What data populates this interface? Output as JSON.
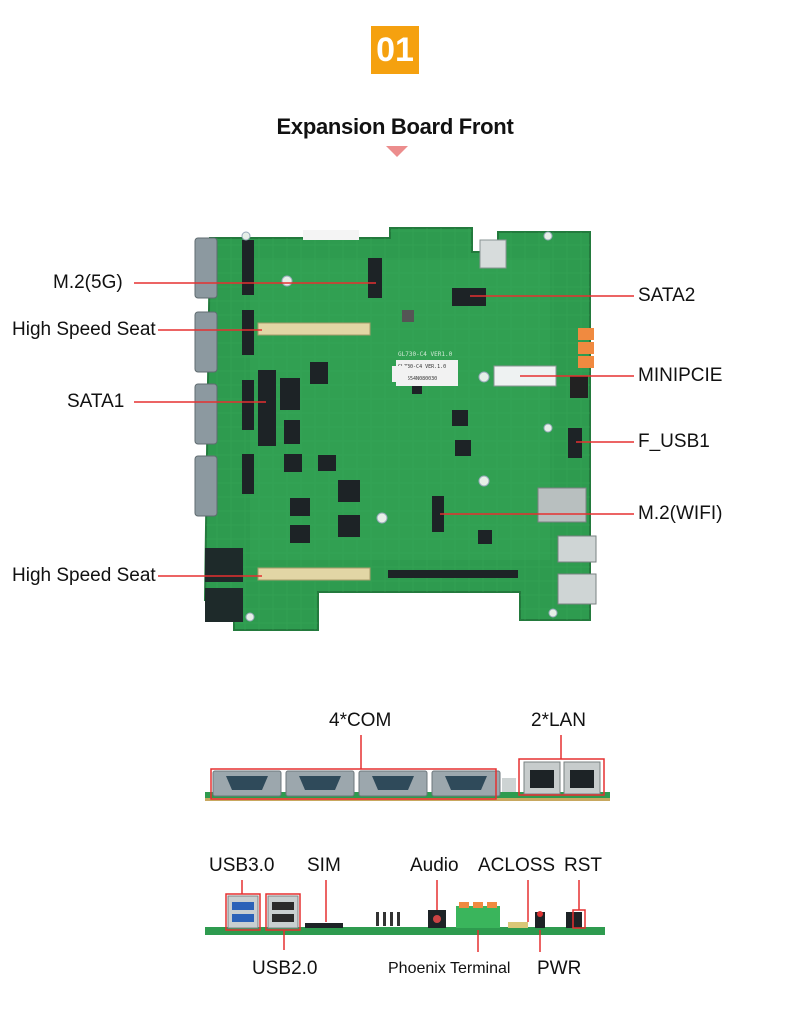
{
  "badge": "01",
  "title": "Expansion Board Front",
  "colors": {
    "accent": "#f5a10f",
    "arrow": "#ec8d8d",
    "pcb": "#2e9b4f",
    "callout": "#e53030"
  },
  "board": {
    "silk_model": "GL730-C4 VER1.0",
    "label_model": "GL730-C4 VER.1.0",
    "label_serial": "LN0554N080030"
  },
  "callouts_left": {
    "m2_5g": "M.2(5G)",
    "high_speed_seat_top": "High Speed Seat",
    "sata1": "SATA1",
    "high_speed_seat_bottom": "High Speed Seat"
  },
  "callouts_right": {
    "sata2": "SATA2",
    "minipcie": "MINIPCIE",
    "f_usb1": "F_USB1",
    "m2_wifi": "M.2(WIFI)"
  },
  "io_top": {
    "com": "4*COM",
    "lan": "2*LAN"
  },
  "io_bottom": {
    "usb30": "USB3.0",
    "sim": "SIM",
    "audio": "Audio",
    "acloss": "ACLOSS",
    "rst": "RST",
    "usb20": "USB2.0",
    "phoenix": "Phoenix Terminal",
    "pwr": "PWR"
  }
}
